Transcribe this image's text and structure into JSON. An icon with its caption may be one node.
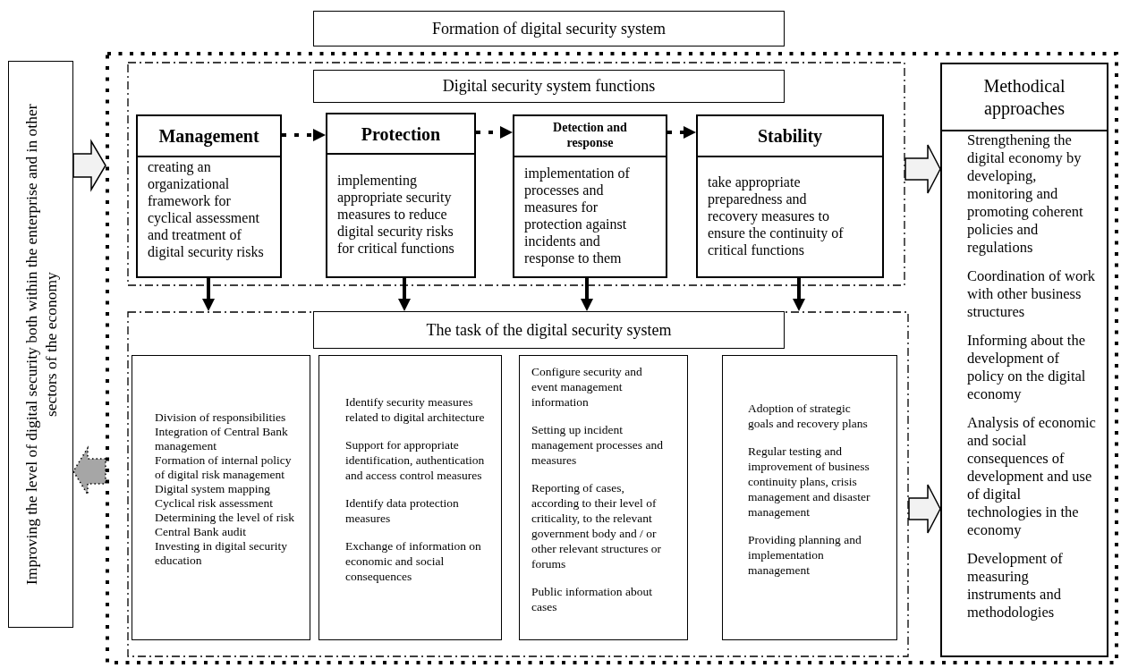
{
  "diagram": {
    "nodes": [
      {
        "text": [
          "Formation of digital security system"
        ]
      },
      {
        "text": [
          "Digital security system functions"
        ],
        "in": 0
      },
      {
        "text": [
          "Management",
          "creating an organizational framework for cyclical assessment and treatment of digital security risks"
        ],
        "in": 1
      },
      {
        "text": [
          "Protection",
          "implementing appropriate security measures to reduce digital security risks for critical functions"
        ],
        "in": 1
      },
      {
        "text": [
          "Detection and response",
          "implementation of processes and measures for protection against incidents and response to them"
        ],
        "in": 1
      },
      {
        "text": [
          "Stability",
          "take appropriate preparedness and recovery measures to ensure the continuity of critical functions"
        ],
        "in": 1
      },
      {
        "text": [
          "The task of the digital security system"
        ],
        "in": 0
      },
      {
        "text": [
          "Division of responsibilities",
          "Integration of Central Bank management",
          "Formation of internal policy of digital risk management",
          "Digital system mapping",
          "Cyclical risk assessment",
          "Determining the level of risk",
          "Central Bank audit",
          "Investing in digital security education"
        ],
        "in": 6
      },
      {
        "text": [
          "Identify security measures related to digital architecture",
          "Support for appropriate identification, authentication and access control measures",
          "Identify data protection measures",
          "Exchange of information on economic and social consequences"
        ],
        "in": 6
      },
      {
        "text": [
          "Configure security and event management information",
          "Setting up incident management processes and measures",
          "Reporting of cases, according to their level of criticality, to the relevant government body and / or other relevant structures or forums",
          "Public information about cases"
        ],
        "in": 6
      },
      {
        "text": [
          "Adoption of strategic goals and recovery plans",
          "Regular testing and improvement of business continuity plans, crisis management and disaster management",
          "Providing planning and implementation management"
        ],
        "in": 6
      },
      {
        "text": [
          "Methodical approaches",
          "Strengthening the digital economy by developing, monitoring and promoting coherent policies and regulations",
          "Coordination of work with other business structures",
          "Informing about the development of policy on the digital economy",
          "Analysis of economic and social consequences of development and use of digital technologies in the economy",
          "Development of measuring instruments and methodologies"
        ],
        "in": 0
      },
      {
        "text": [
          "Improving the level of digital security both within the enterprise and in other sectors of the economy"
        ]
      }
    ],
    "edges": [
      {
        "from": 12,
        "to": 0,
        "arrow": "to"
      },
      {
        "from": 0,
        "to": 12,
        "arrow": "to",
        "style": "dashed",
        "color": "#a6a6a6"
      },
      {
        "from": 2,
        "to": 3,
        "arrow": "to",
        "style": "dashed"
      },
      {
        "from": 3,
        "to": 4,
        "arrow": "to",
        "style": "dashed"
      },
      {
        "from": 4,
        "to": 5,
        "arrow": "to",
        "style": "dashed"
      },
      {
        "from": 2,
        "to": 6,
        "arrow": "to"
      },
      {
        "from": 3,
        "to": 6,
        "arrow": "to"
      },
      {
        "from": 4,
        "to": 6,
        "arrow": "to"
      },
      {
        "from": 5,
        "to": 6,
        "arrow": "to"
      },
      {
        "from": 1,
        "to": 11,
        "arrow": "to"
      },
      {
        "from": 6,
        "to": 11,
        "arrow": "to"
      }
    ]
  }
}
